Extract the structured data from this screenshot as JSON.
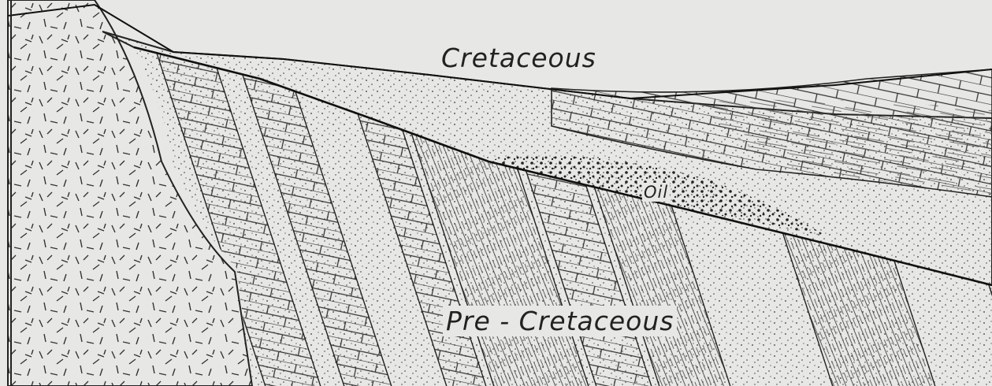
{
  "labels": {
    "cretaceous": "Cretaceous",
    "pre_cretaceous": "Pre - Cretaceous",
    "oil": "Oil"
  },
  "colors": {
    "background": "#e7e7e5",
    "ink": "#222222"
  }
}
